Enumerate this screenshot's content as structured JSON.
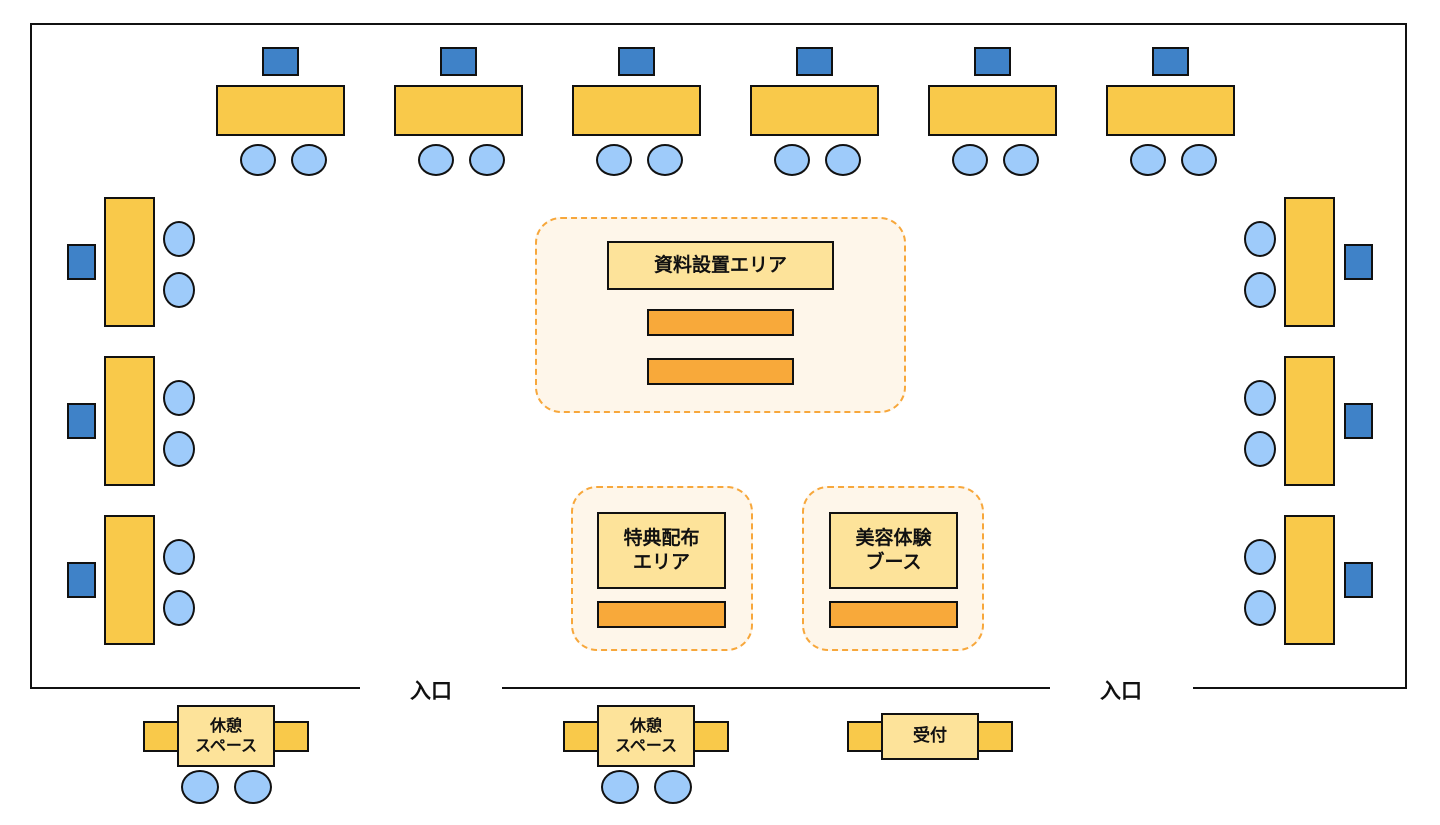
{
  "colors": {
    "table": "#F9C94A",
    "chair": "#9ECBFA",
    "stool": "#3F82C8",
    "zone_border": "#F7A73B",
    "zone_fill": "#FEF6EA",
    "label_fill": "#FDE39A",
    "counter": "#F8A93A"
  },
  "zones": {
    "materials": {
      "label": "資料設置エリア"
    },
    "gift": {
      "label_line1": "特典配布",
      "label_line2": "エリア"
    },
    "beauty": {
      "label_line1": "美容体験",
      "label_line2": "ブース"
    }
  },
  "entrances": [
    {
      "label": "入口"
    },
    {
      "label": "入口"
    }
  ],
  "outside": {
    "rest1": {
      "line1": "休憩",
      "line2": "スペース"
    },
    "rest2": {
      "line1": "休憩",
      "line2": "スペース"
    },
    "reception": {
      "label": "受付"
    }
  }
}
